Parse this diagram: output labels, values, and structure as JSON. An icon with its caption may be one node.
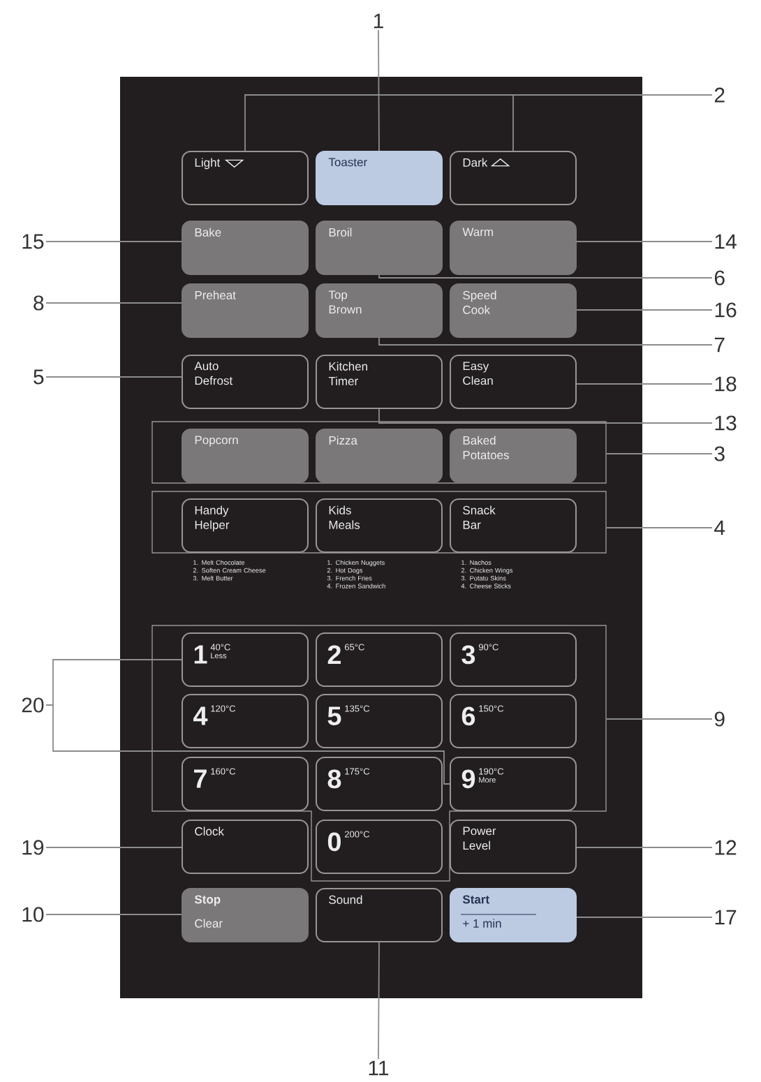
{
  "diagram": {
    "nodes": [
      {
        "text": [
          "1"
        ]
      },
      {
        "text": [
          "2"
        ]
      },
      {
        "text": [
          "Light"
        ]
      },
      {
        "text": [
          "Toaster"
        ]
      },
      {
        "text": [
          "Dark"
        ]
      },
      {
        "text": [
          "15"
        ]
      },
      {
        "text": [
          "Bake"
        ]
      },
      {
        "text": [
          "Broil"
        ]
      },
      {
        "text": [
          "Warm"
        ]
      },
      {
        "text": [
          "14"
        ]
      },
      {
        "text": [
          "6"
        ]
      },
      {
        "text": [
          "8"
        ]
      },
      {
        "text": [
          "Preheat"
        ]
      },
      {
        "text": [
          "Top Brown"
        ]
      },
      {
        "text": [
          "Speed Cook"
        ]
      },
      {
        "text": [
          "16"
        ]
      },
      {
        "text": [
          "7"
        ]
      },
      {
        "text": [
          "5"
        ]
      },
      {
        "text": [
          "Auto Defrost"
        ]
      },
      {
        "text": [
          "Kitchen Timer"
        ]
      },
      {
        "text": [
          "Easy Clean"
        ]
      },
      {
        "text": [
          "18"
        ]
      },
      {
        "text": [
          "13"
        ]
      },
      {
        "text": [],
        "shape": "box"
      },
      {
        "text": [
          "Popcorn"
        ],
        "in": 23
      },
      {
        "text": [
          "Pizza"
        ],
        "in": 23
      },
      {
        "text": [
          "Baked Potatoes"
        ],
        "in": 23
      },
      {
        "text": [
          "3"
        ]
      },
      {
        "text": [],
        "shape": "box"
      },
      {
        "text": [
          "Handy Helper"
        ],
        "in": 28,
        "beside": [
          "1. Melt Chocolate",
          "2. Soften Cream Cheese",
          "3. Melt Butter"
        ]
      },
      {
        "text": [
          "Kids Meals"
        ],
        "in": 28,
        "beside": [
          "1. Chicken Nuggets",
          "2. Hot Dogs",
          "3. French Fries",
          "4. Frozen Sandwich"
        ]
      },
      {
        "text": [
          "Snack Bar"
        ],
        "in": 28,
        "beside": [
          "1. Nachos",
          "2. Chicken Wings",
          "3. Potato Skins",
          "4. Cheese Sticks"
        ]
      },
      {
        "text": [
          "4"
        ]
      },
      {
        "text": [],
        "shape": "box"
      },
      {
        "text": [
          "20"
        ]
      },
      {
        "text": [
          "1",
          "40°C",
          "Less"
        ],
        "in": 33
      },
      {
        "text": [
          "2",
          "65°C"
        ],
        "in": 33
      },
      {
        "text": [
          "3",
          "90°C"
        ],
        "in": 33
      },
      {
        "text": [
          "9"
        ]
      },
      {
        "text": [
          "4",
          "120°C"
        ],
        "in": 33
      },
      {
        "text": [
          "5",
          "135°C"
        ],
        "in": 33
      },
      {
        "text": [
          "6",
          "150°C"
        ],
        "in": 33
      },
      {
        "text": [
          "7",
          "160°C"
        ],
        "in": 33
      },
      {
        "text": [
          "8",
          "175°C"
        ],
        "in": 33
      },
      {
        "text": [
          "9",
          "190°C",
          "More"
        ],
        "in": 33
      },
      {
        "text": [
          "19"
        ]
      },
      {
        "text": [
          "Clock"
        ]
      },
      {
        "text": [
          "0",
          "200°C"
        ],
        "in": 33
      },
      {
        "text": [
          "Power Level"
        ]
      },
      {
        "text": [
          "12"
        ]
      },
      {
        "text": [
          "10"
        ]
      },
      {
        "text": [
          "Stop",
          "Clear"
        ]
      },
      {
        "text": [
          "Sound"
        ]
      },
      {
        "text": [
          "Start",
          "+ 1 min"
        ]
      },
      {
        "text": [
          "17"
        ]
      },
      {
        "text": [
          "11"
        ]
      }
    ],
    "edges": [
      {
        "from": 0,
        "to": 3,
        "arrow": "none"
      },
      {
        "from": 1,
        "to": 2,
        "arrow": "none"
      },
      {
        "from": 1,
        "to": 4,
        "arrow": "none"
      },
      {
        "from": 5,
        "to": 6,
        "arrow": "none"
      },
      {
        "from": 9,
        "to": 8,
        "arrow": "none"
      },
      {
        "from": 10,
        "to": 7,
        "arrow": "none"
      },
      {
        "from": 11,
        "to": 12,
        "arrow": "none"
      },
      {
        "from": 15,
        "to": 14,
        "arrow": "none"
      },
      {
        "from": 16,
        "to": 13,
        "arrow": "none"
      },
      {
        "from": 17,
        "to": 18,
        "arrow": "none"
      },
      {
        "from": 21,
        "to": 20,
        "arrow": "none"
      },
      {
        "from": 22,
        "to": 19,
        "arrow": "none"
      },
      {
        "from": 27,
        "to": 23,
        "arrow": "none"
      },
      {
        "from": 32,
        "to": 28,
        "arrow": "none"
      },
      {
        "from": 38,
        "to": 33,
        "arrow": "none"
      },
      {
        "from": 34,
        "to": 35,
        "arrow": "none"
      },
      {
        "from": 34,
        "to": 44,
        "arrow": "none"
      },
      {
        "from": 45,
        "to": 46,
        "arrow": "none"
      },
      {
        "from": 49,
        "to": 48,
        "arrow": "none"
      },
      {
        "from": 50,
        "to": 51,
        "arrow": "none"
      },
      {
        "from": 54,
        "to": 53,
        "arrow": "none"
      },
      {
        "from": 55,
        "to": 52,
        "arrow": "none"
      }
    ]
  }
}
